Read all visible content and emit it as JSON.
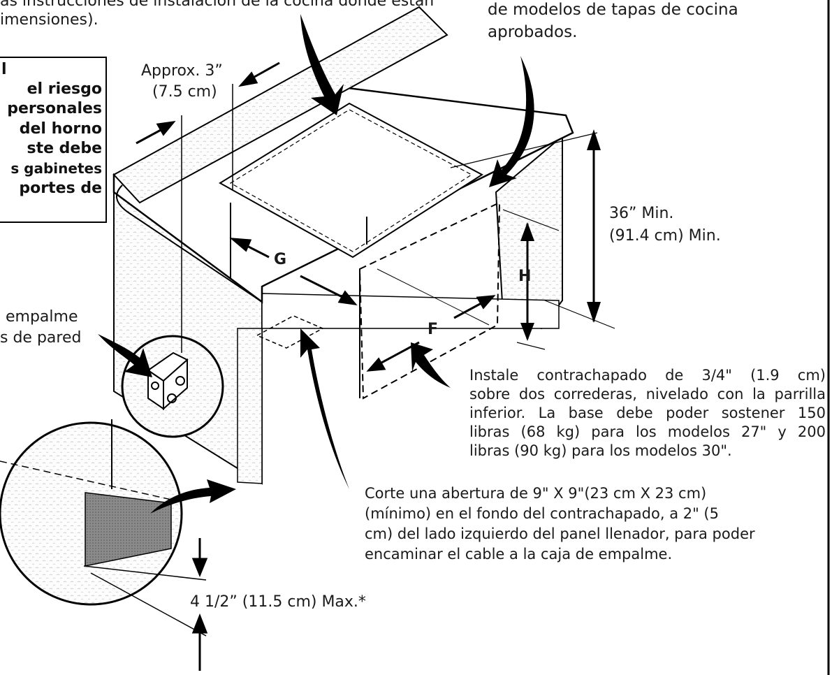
{
  "callout_top_left": {
    "line1": "as instrucciones de instalación de la cocina donde están",
    "line2": "imensiones)."
  },
  "callout_top_right": {
    "line1": "de modelos de tapas de cocina",
    "line2": "aprobados."
  },
  "warning_box": {
    "lines": [
      "l",
      "el riesgo",
      "personales",
      "del horno",
      "ste debe",
      "s gabinetes",
      "portes de"
    ]
  },
  "dim_approx": {
    "line1": "Approx. 3”",
    "line2": "(7.5 cm)"
  },
  "dim_height": {
    "line1": "36” Min.",
    "line2": "(91.4 cm) Min."
  },
  "labels": {
    "g": "G",
    "h": "H",
    "f": "F"
  },
  "junction_box": {
    "line1": "empalme",
    "line2": "s de pared"
  },
  "plywood_note": {
    "lines": [
      "Instale contrachapado de 3/4\" (1.9 cm)",
      "sobre dos correderas, nivelado con la parrilla",
      "inferior. La base debe poder sostener 150",
      "libras (68 kg) para los modelos 27\" y 200",
      "libras (90 kg) para los modelos 30\"."
    ]
  },
  "cutout_note": {
    "lines": [
      "Corte una abertura de 9\" X 9\"(23 cm X 23 cm)",
      "(mínimo) en el fondo del contrachapado, a 2\" (5",
      "cm) del lado izquierdo del panel llenador, para poder",
      "encaminar el cable a la caja de empalme."
    ]
  },
  "toe_kick": {
    "label": "4 1/2” (11.5 cm) Max.*"
  }
}
